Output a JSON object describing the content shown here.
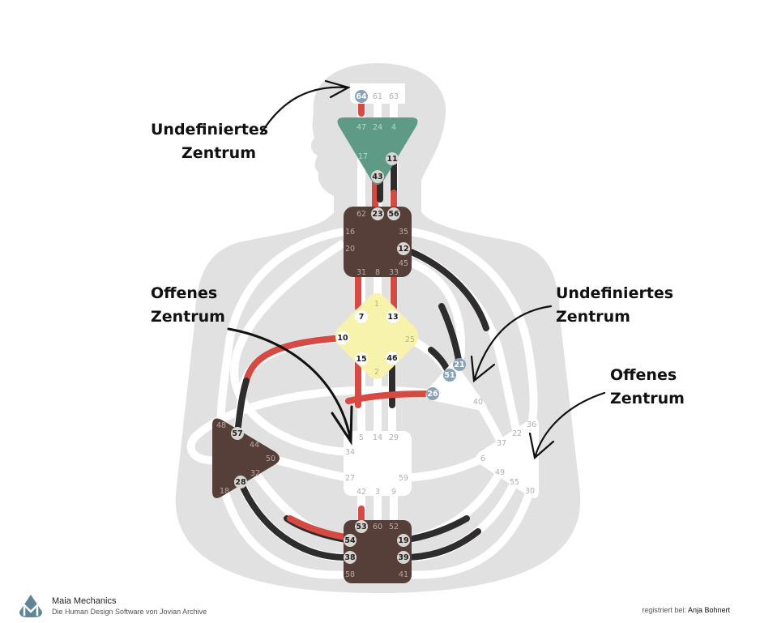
{
  "colors": {
    "body": "#e1e1e1",
    "track": "#ffffff",
    "personality": "#2e2c2c",
    "design": "#d64a43",
    "head": "#ffffff",
    "ajna": "#5f9a87",
    "throat": "#573f39",
    "g": "#f8f3ac",
    "heart": "#ffffff",
    "sacral": "#ffffff",
    "spleen": "#573f39",
    "solar": "#ffffff",
    "root": "#573f39",
    "gate_active_bg": "#d9d5d2",
    "gate_blue_bg": "#88a2b8"
  },
  "centers": [
    {
      "id": "head",
      "gates": [
        {
          "n": "64",
          "s": "blue"
        },
        {
          "n": "61",
          "s": "off"
        },
        {
          "n": "63",
          "s": "off"
        }
      ]
    },
    {
      "id": "ajna",
      "gates": [
        {
          "n": "47",
          "s": "off"
        },
        {
          "n": "24",
          "s": "off"
        },
        {
          "n": "4",
          "s": "off"
        },
        {
          "n": "17",
          "s": "off"
        },
        {
          "n": "11",
          "s": "on"
        },
        {
          "n": "43",
          "s": "on"
        }
      ]
    },
    {
      "id": "throat",
      "gates": [
        {
          "n": "62",
          "s": "off"
        },
        {
          "n": "23",
          "s": "on"
        },
        {
          "n": "56",
          "s": "on"
        },
        {
          "n": "16",
          "s": "off"
        },
        {
          "n": "35",
          "s": "off"
        },
        {
          "n": "20",
          "s": "off"
        },
        {
          "n": "12",
          "s": "on"
        },
        {
          "n": "45",
          "s": "off"
        },
        {
          "n": "31",
          "s": "off"
        },
        {
          "n": "8",
          "s": "off"
        },
        {
          "n": "33",
          "s": "off"
        }
      ]
    },
    {
      "id": "g",
      "gates": [
        {
          "n": "1",
          "s": "off"
        },
        {
          "n": "7",
          "s": "on"
        },
        {
          "n": "13",
          "s": "on"
        },
        {
          "n": "10",
          "s": "on"
        },
        {
          "n": "25",
          "s": "off"
        },
        {
          "n": "15",
          "s": "on"
        },
        {
          "n": "46",
          "s": "on"
        },
        {
          "n": "2",
          "s": "off"
        }
      ]
    },
    {
      "id": "heart",
      "gates": [
        {
          "n": "21",
          "s": "blue"
        },
        {
          "n": "51",
          "s": "blue"
        },
        {
          "n": "26",
          "s": "blue"
        },
        {
          "n": "40",
          "s": "off"
        }
      ]
    },
    {
      "id": "sacral",
      "gates": [
        {
          "n": "5",
          "s": "off"
        },
        {
          "n": "14",
          "s": "off"
        },
        {
          "n": "29",
          "s": "off"
        },
        {
          "n": "34",
          "s": "off"
        },
        {
          "n": "27",
          "s": "off"
        },
        {
          "n": "59",
          "s": "off"
        },
        {
          "n": "42",
          "s": "off"
        },
        {
          "n": "3",
          "s": "off"
        },
        {
          "n": "9",
          "s": "off"
        }
      ]
    },
    {
      "id": "spleen",
      "gates": [
        {
          "n": "48",
          "s": "off"
        },
        {
          "n": "57",
          "s": "on"
        },
        {
          "n": "44",
          "s": "off"
        },
        {
          "n": "50",
          "s": "off"
        },
        {
          "n": "32",
          "s": "off"
        },
        {
          "n": "28",
          "s": "on"
        },
        {
          "n": "18",
          "s": "off"
        }
      ]
    },
    {
      "id": "solar",
      "gates": [
        {
          "n": "36",
          "s": "off"
        },
        {
          "n": "22",
          "s": "off"
        },
        {
          "n": "37",
          "s": "off"
        },
        {
          "n": "6",
          "s": "off"
        },
        {
          "n": "49",
          "s": "off"
        },
        {
          "n": "55",
          "s": "off"
        },
        {
          "n": "30",
          "s": "off"
        }
      ]
    },
    {
      "id": "root",
      "gates": [
        {
          "n": "53",
          "s": "on"
        },
        {
          "n": "60",
          "s": "off"
        },
        {
          "n": "52",
          "s": "off"
        },
        {
          "n": "54",
          "s": "on"
        },
        {
          "n": "19",
          "s": "on"
        },
        {
          "n": "38",
          "s": "on"
        },
        {
          "n": "39",
          "s": "on"
        },
        {
          "n": "58",
          "s": "off"
        },
        {
          "n": "41",
          "s": "off"
        }
      ]
    }
  ],
  "activations": [
    {
      "id": "64-47",
      "type": "design"
    },
    {
      "id": "43-23",
      "type": "design"
    },
    {
      "id": "43-23b",
      "type": "personality"
    },
    {
      "id": "11-56",
      "type": "personality"
    },
    {
      "id": "11-56b",
      "type": "design"
    },
    {
      "id": "7-31",
      "type": "design"
    },
    {
      "id": "13-33",
      "type": "design"
    },
    {
      "id": "15-5",
      "type": "design"
    },
    {
      "id": "46-29",
      "type": "personality"
    },
    {
      "id": "10-57",
      "type": "design"
    },
    {
      "id": "10-57b",
      "type": "personality"
    },
    {
      "id": "26-44",
      "type": "design"
    },
    {
      "id": "12-22",
      "type": "personality"
    },
    {
      "id": "21-45",
      "type": "personality"
    },
    {
      "id": "51-25",
      "type": "personality"
    },
    {
      "id": "53-42",
      "type": "design"
    },
    {
      "id": "54-32",
      "type": "personality"
    },
    {
      "id": "54-32b",
      "type": "design"
    },
    {
      "id": "38-28",
      "type": "personality"
    },
    {
      "id": "19-49",
      "type": "personality"
    },
    {
      "id": "39-55",
      "type": "personality"
    }
  ],
  "annotations": [
    {
      "line1": "Undefiniertes",
      "line2": "Zentrum"
    },
    {
      "line1": "Offenes",
      "line2": "Zentrum"
    },
    {
      "line1": "Undefiniertes",
      "line2": "Zentrum"
    },
    {
      "line1": "Offenes",
      "line2": "Zentrum"
    }
  ],
  "footer": {
    "brand": "Maia Mechanics",
    "subtitle": "Die Human Design Software von Jovian Archive",
    "registered_label": "registriert bei:",
    "registered_name": "Anja Bohnert"
  }
}
